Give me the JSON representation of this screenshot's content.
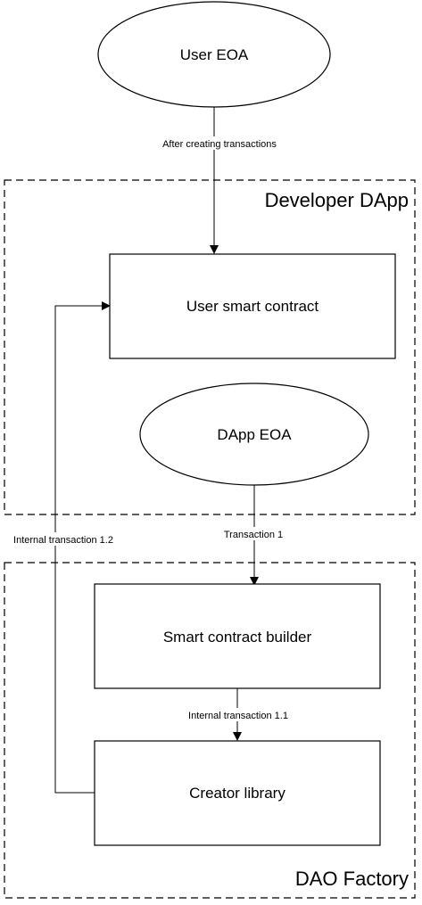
{
  "nodes": {
    "user_eoa": "User EOA",
    "user_smart_contract": "User smart contract",
    "dapp_eoa": "DApp EOA",
    "smart_contract_builder": "Smart contract builder",
    "creator_library": "Creator library"
  },
  "groups": {
    "developer_dapp": "Developer DApp",
    "dao_factory": "DAO Factory"
  },
  "edges": {
    "after_creating": "After creating transactions",
    "transaction_1": "Transaction 1",
    "internal_1_1": "Internal transaction 1.1",
    "internal_1_2": "Internal transaction 1.2"
  }
}
